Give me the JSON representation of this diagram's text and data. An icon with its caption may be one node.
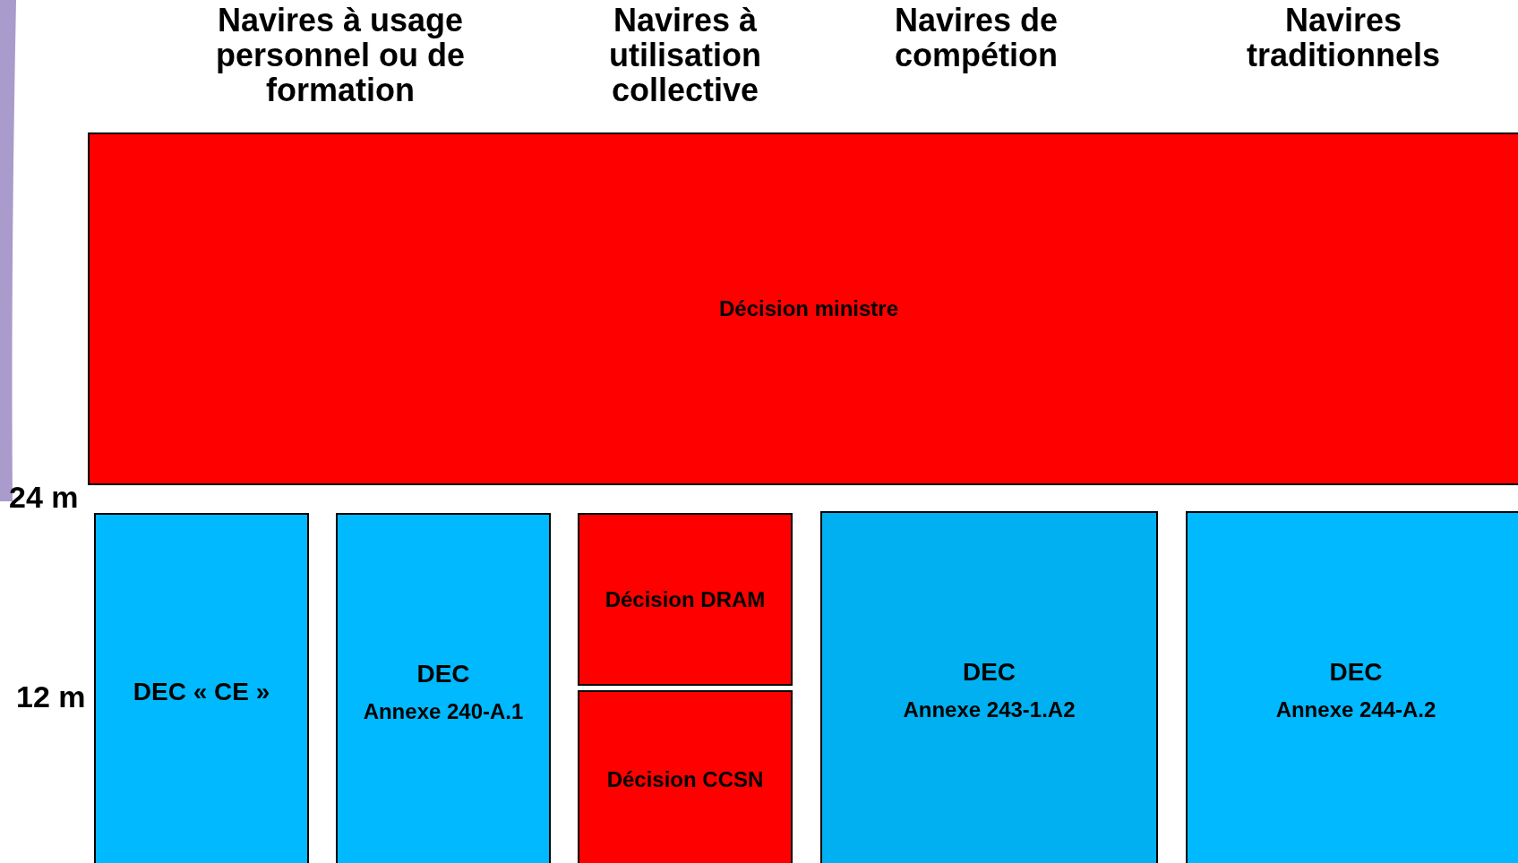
{
  "diagram": {
    "nodes": [
      {
        "text": [
          "Décision ministre"
        ]
      },
      {
        "text": [
          "DEC « CE »"
        ]
      },
      {
        "text": [
          "DEC",
          "Annexe 240-A.1"
        ]
      },
      {
        "text": [
          "Décision DRAM"
        ]
      },
      {
        "text": [
          "Décision CCSN"
        ]
      },
      {
        "text": [
          "DEC",
          "Annexe 243-1.A2"
        ]
      },
      {
        "text": [
          "DEC",
          "Annexe 244-A.2"
        ]
      }
    ],
    "labels": [
      "Navires à usage personnel ou de formation",
      "Navires à utilisation collective",
      "Navires de compétion",
      "Navires traditionnels",
      "24 m",
      "12 m"
    ]
  }
}
